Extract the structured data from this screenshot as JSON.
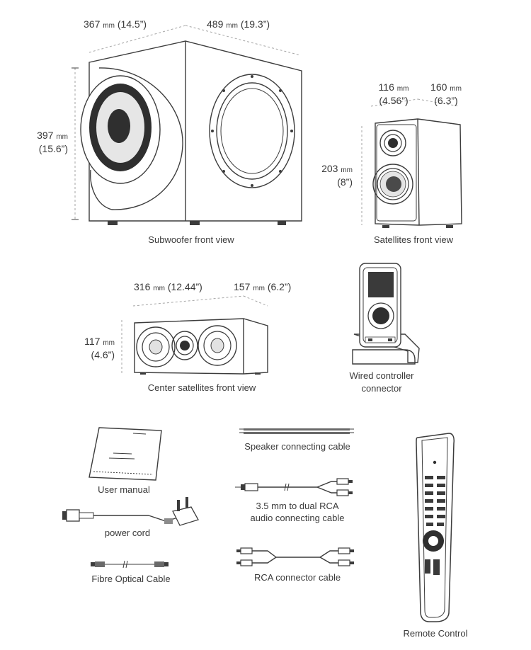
{
  "colors": {
    "line": "#3c3c3c",
    "dim_line": "#9a9a9a",
    "fill_dark": "#2f2f2f",
    "fill_mid": "#8c8c8c",
    "fill_light": "#e9e9e9"
  },
  "subwoofer": {
    "width": {
      "mm": "367",
      "unit": "mm",
      "inch": "(14.5”)"
    },
    "depth": {
      "mm": "489",
      "unit": "mm",
      "inch": "(19.3”)"
    },
    "height": {
      "mm": "397",
      "unit": "mm",
      "inch": "(15.6”)"
    },
    "caption": "Subwoofer front view"
  },
  "satellites": {
    "width": {
      "mm": "116",
      "unit": "mm",
      "inch": "(4.56”)"
    },
    "depth": {
      "mm": "160",
      "unit": "mm",
      "inch": "(6.3”)"
    },
    "height": {
      "mm": "203",
      "unit": "mm",
      "inch": "(8”)"
    },
    "caption": "Satellites front view"
  },
  "center": {
    "width": {
      "mm": "316",
      "unit": "mm",
      "inch": "(12.44”)"
    },
    "depth": {
      "mm": "157",
      "unit": "mm",
      "inch": "(6.2”)"
    },
    "height": {
      "mm": "117",
      "unit": "mm",
      "inch": "(4.6”)"
    },
    "caption": "Center satellites front view"
  },
  "controller": {
    "caption_line1": "Wired controller",
    "caption_line2": "connector"
  },
  "accessories": {
    "user_manual": "User manual",
    "power_cord": "power cord",
    "fibre_cable": "Fibre Optical Cable",
    "speaker_cable": "Speaker connecting cable",
    "audio_cable_line1": "3.5 mm to dual RCA",
    "audio_cable_line2": "audio connecting cable",
    "rca_cable": "RCA connector cable",
    "remote": "Remote Control"
  }
}
